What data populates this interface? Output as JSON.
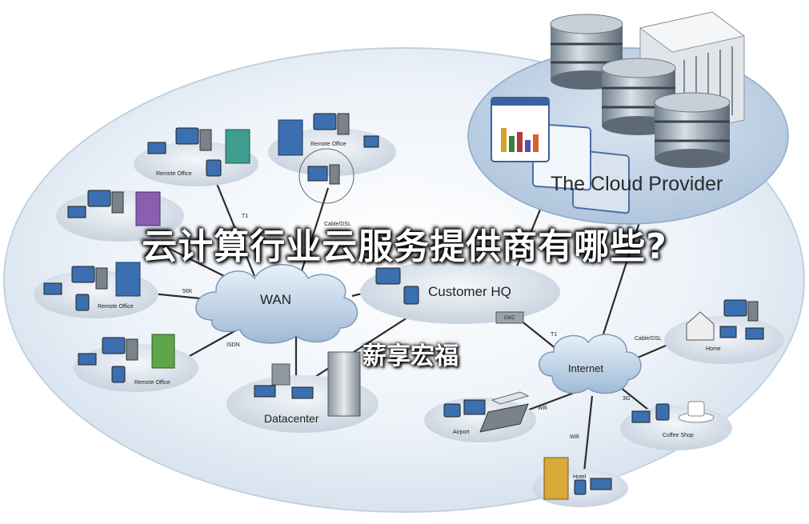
{
  "headline": "云计算行业云服务提供商有哪些?",
  "watermark": "薪享宏福",
  "diagram": {
    "provider_label": "The Cloud Provider",
    "wan_label": "WAN",
    "internet_label": "Internet",
    "hq_label": "Customer HQ",
    "datacenter_label": "Datacenter",
    "remote_office_label": "Remote Office",
    "home_label": "Home",
    "coffee_label": "Coffee Shop",
    "airport_label": "Airport",
    "hotel_label": "Hotel",
    "dmz_label": "DMZ",
    "links": {
      "t1": "T1",
      "cable_dsl": "Cable/DSL",
      "k56": "56K",
      "isdn": "ISDN",
      "wifi": "Wifi",
      "g3": "3G"
    }
  },
  "colors": {
    "ellipse": "#dfe8f2",
    "pad": "#cdd9e5",
    "cloud": "#c9dcef",
    "provider": "#b8cde3"
  }
}
